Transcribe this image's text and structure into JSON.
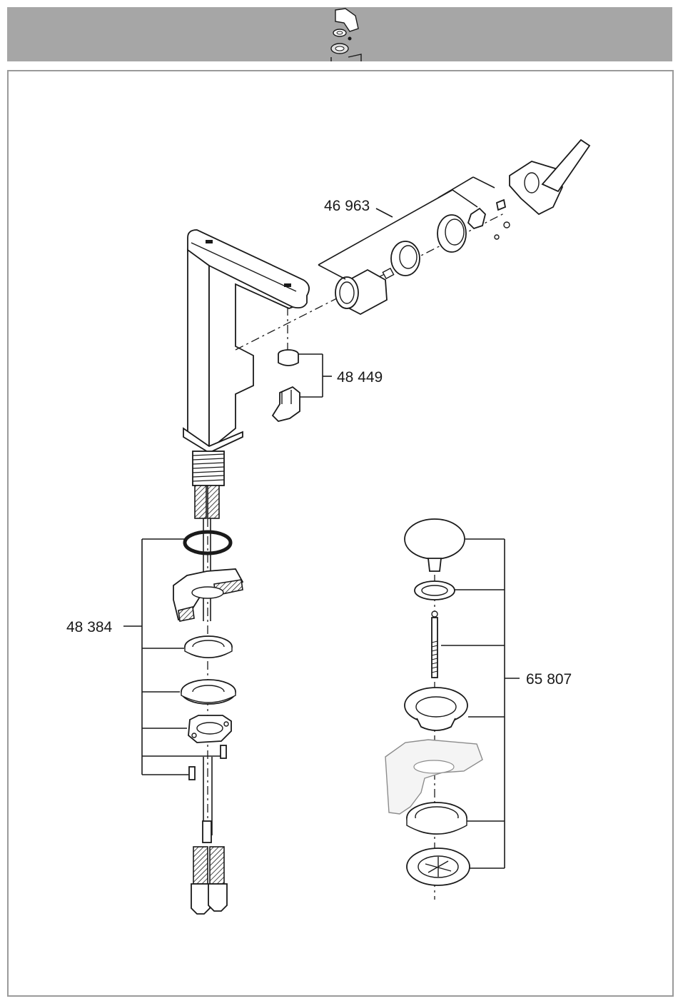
{
  "header": {
    "icon": "faucet-handle-disassembly-icon",
    "color": "#a6a6a6"
  },
  "part_labels": {
    "cartridge_set": "46 963",
    "aerator_set": "48 449",
    "mounting_set": "48 384",
    "waste_set": "65 807"
  }
}
